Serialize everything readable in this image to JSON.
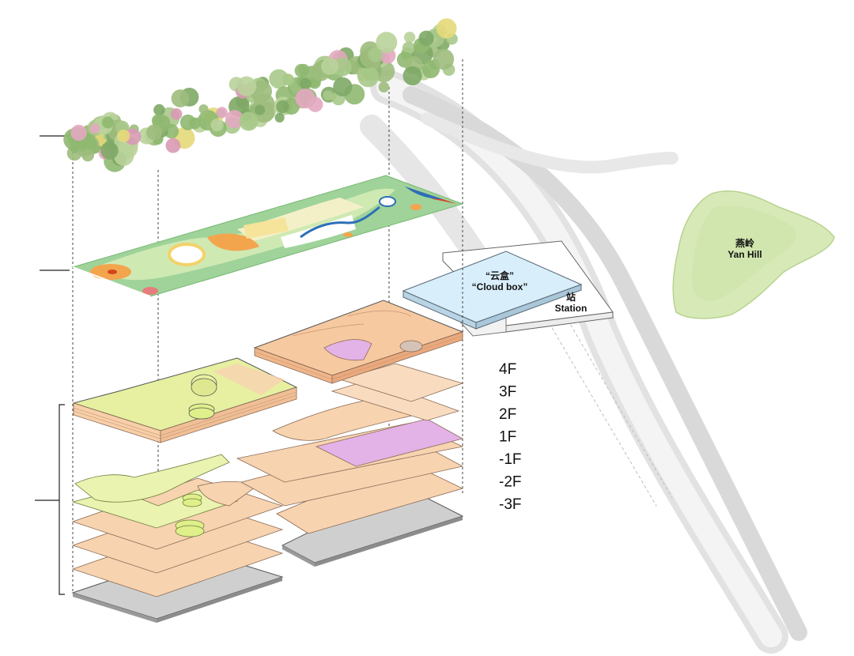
{
  "floors": [
    "4F",
    "3F",
    "2F",
    "1F",
    "-1F",
    "-2F",
    "-3F"
  ],
  "cloud_box": {
    "line1": "“云盒”",
    "line2": "“Cloud box”"
  },
  "station": {
    "line1": "站",
    "line2": "Station"
  },
  "yan_hill": {
    "line1": "燕岭",
    "line2": "Yan Hill"
  },
  "colors": {
    "floor_slab": "#f7d3b0",
    "green_slab": "#e6f0a0",
    "purple_void": "#e3b2e6",
    "base_slab": "#cfcfcf",
    "cloud_box": "#d8eefa",
    "hill": "#d8e9b8",
    "park": "#9fd39a",
    "tree": "#8fb870"
  }
}
